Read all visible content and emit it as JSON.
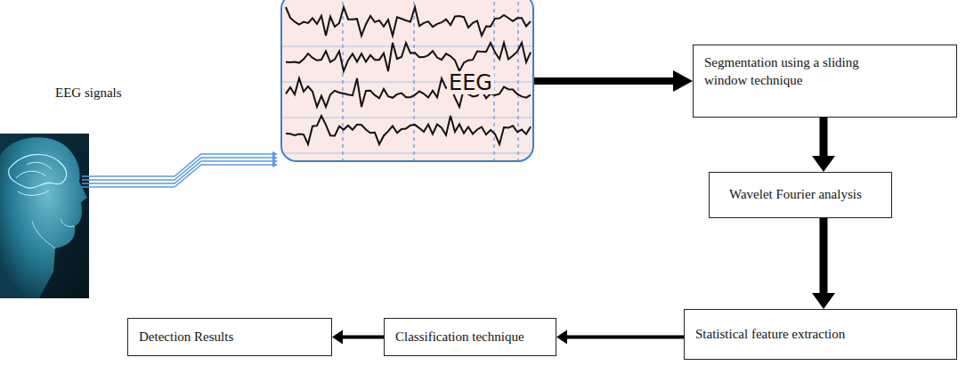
{
  "diagram": {
    "nodes": [
      {
        "text": [
          "EEG"
        ]
      },
      {
        "text": [
          "Segmentation using a sliding window technique"
        ]
      },
      {
        "text": [
          "Wavelet Fourier analysis"
        ]
      },
      {
        "text": [
          "Statistical feature extraction"
        ]
      },
      {
        "text": [
          "Classification technique"
        ]
      },
      {
        "text": [
          "Detection Results"
        ]
      }
    ],
    "edges": [
      {
        "from": 0,
        "to": 1,
        "arrow": "to"
      },
      {
        "from": 1,
        "to": 2,
        "arrow": "to"
      },
      {
        "from": 2,
        "to": 3,
        "arrow": "to"
      },
      {
        "from": 3,
        "to": 4,
        "arrow": "to"
      },
      {
        "from": 4,
        "to": 5,
        "arrow": "to"
      }
    ],
    "labels": [
      "EEG signals"
    ]
  }
}
